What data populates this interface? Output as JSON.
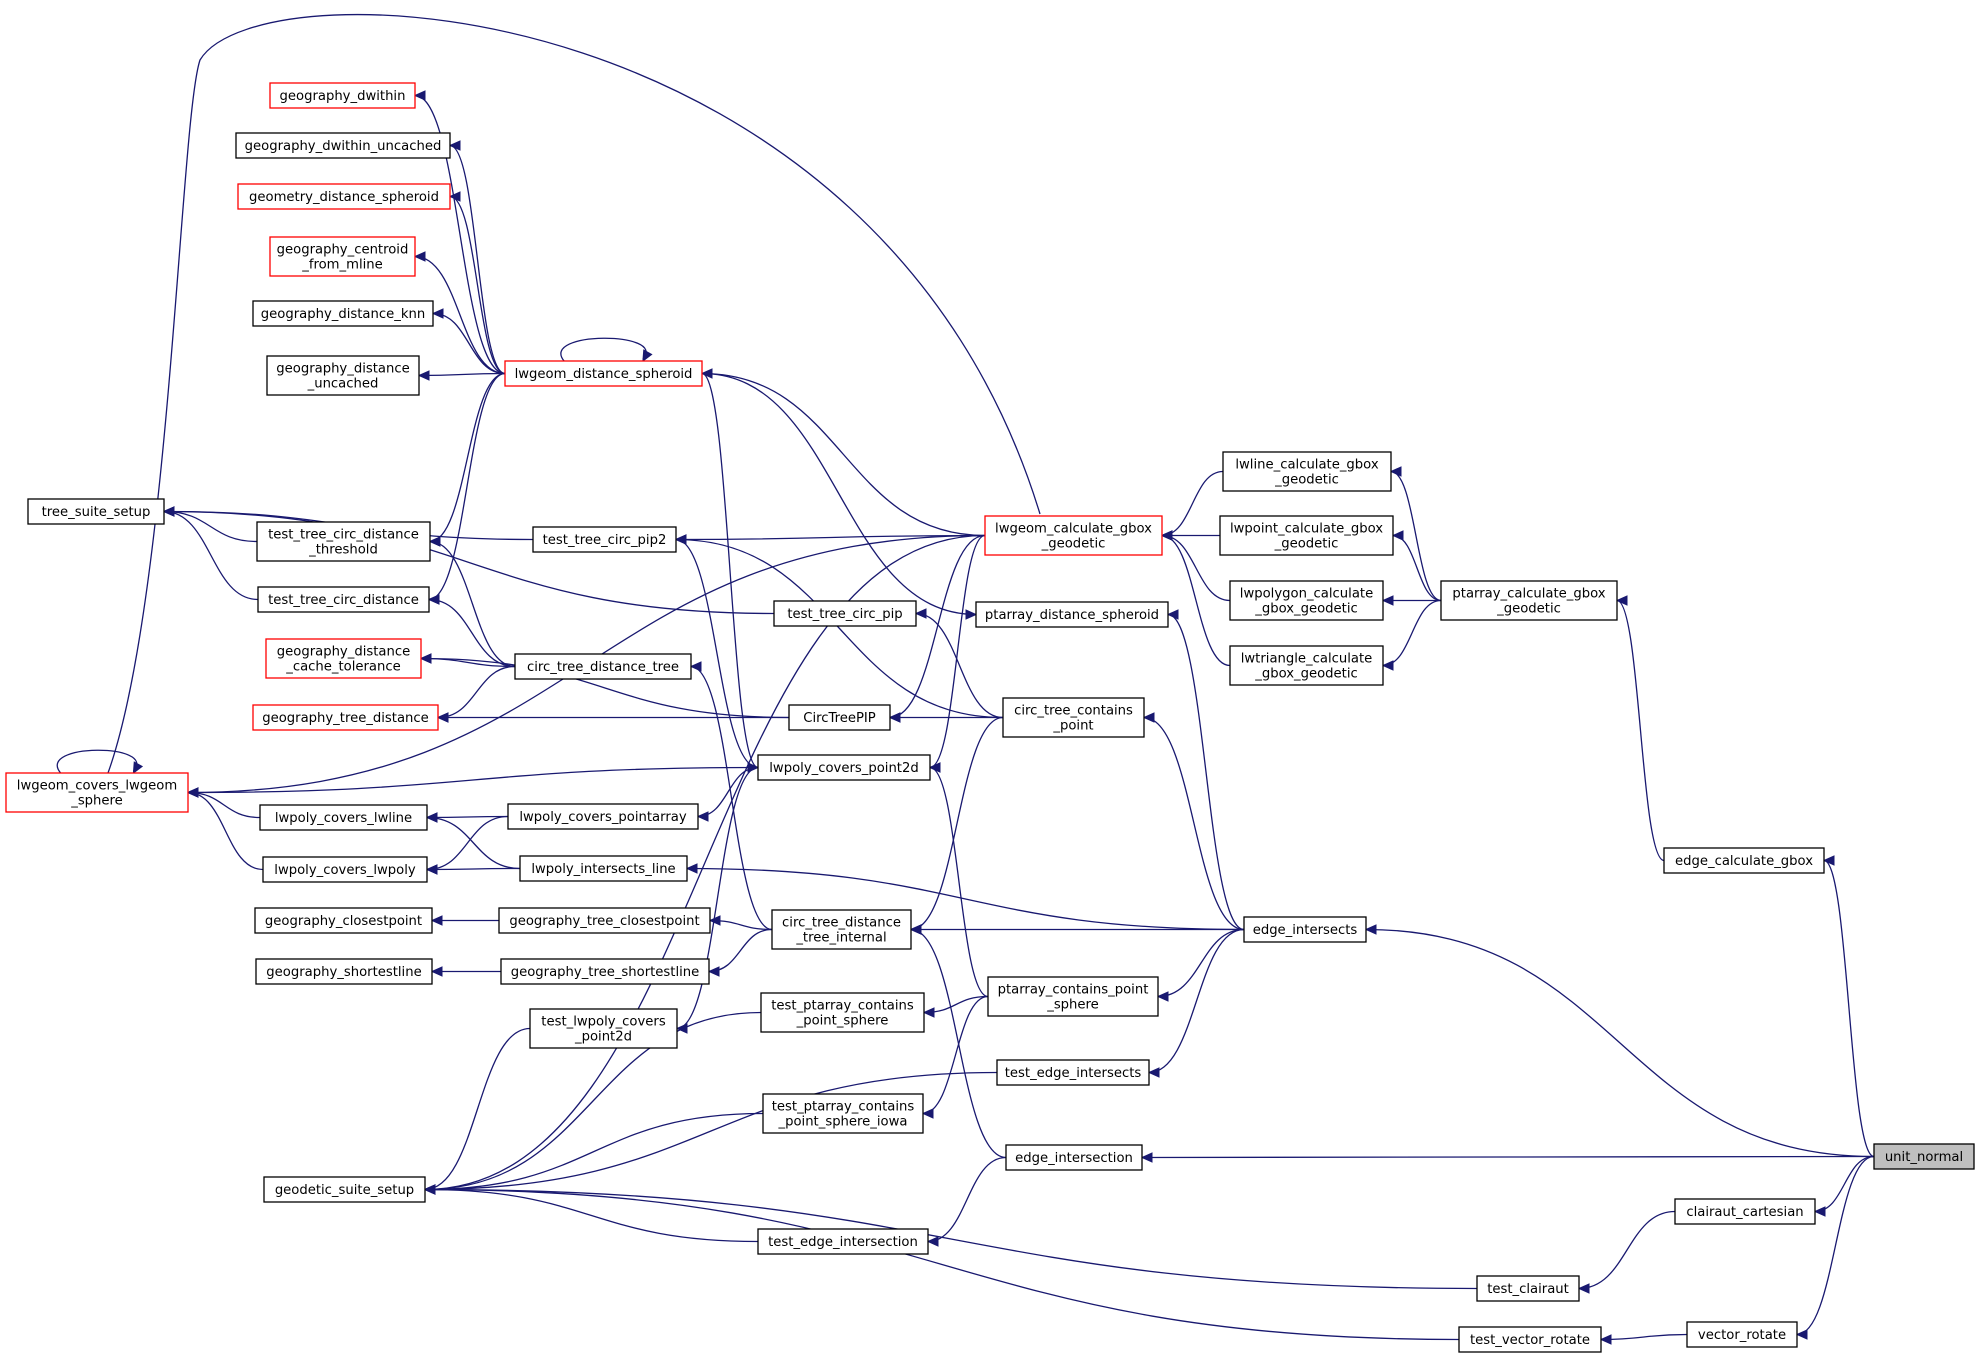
{
  "graph": {
    "direction": "right-to-left caller graph",
    "colors": {
      "edge": "#191970",
      "node_border": "#000000",
      "truncated_border": "#ff0000",
      "root_fill": "#bfbfbf"
    },
    "nodes": [
      {
        "id": "unit_normal",
        "lines": [
          "unit_normal"
        ],
        "style": "root"
      },
      {
        "id": "edge_intersects",
        "lines": [
          "edge_intersects"
        ],
        "style": "normal"
      },
      {
        "id": "edge_intersection",
        "lines": [
          "edge_intersection"
        ],
        "style": "normal"
      },
      {
        "id": "clairaut_cartesian",
        "lines": [
          "clairaut_cartesian"
        ],
        "style": "normal"
      },
      {
        "id": "vector_rotate",
        "lines": [
          "vector_rotate"
        ],
        "style": "normal"
      },
      {
        "id": "edge_calculate_gbox",
        "lines": [
          "edge_calculate_gbox"
        ],
        "style": "normal"
      },
      {
        "id": "ptarray_calculate_gbox_geodetic",
        "lines": [
          "ptarray_calculate_gbox",
          "_geodetic"
        ],
        "style": "normal"
      },
      {
        "id": "lwline_calculate_gbox_geodetic",
        "lines": [
          "lwline_calculate_gbox",
          "_geodetic"
        ],
        "style": "normal"
      },
      {
        "id": "lwpoint_calculate_gbox_geodetic",
        "lines": [
          "lwpoint_calculate_gbox",
          "_geodetic"
        ],
        "style": "normal"
      },
      {
        "id": "lwpolygon_calculate_gbox_geodetic",
        "lines": [
          "lwpolygon_calculate",
          "_gbox_geodetic"
        ],
        "style": "normal"
      },
      {
        "id": "lwtriangle_calculate_gbox_geodetic",
        "lines": [
          "lwtriangle_calculate",
          "_gbox_geodetic"
        ],
        "style": "normal"
      },
      {
        "id": "lwgeom_calculate_gbox_geodetic",
        "lines": [
          "lwgeom_calculate_gbox",
          "_geodetic"
        ],
        "style": "red"
      },
      {
        "id": "lwgeom_distance_spheroid",
        "lines": [
          "lwgeom_distance_spheroid"
        ],
        "style": "red"
      },
      {
        "id": "geography_dwithin",
        "lines": [
          "geography_dwithin"
        ],
        "style": "red"
      },
      {
        "id": "geography_dwithin_uncached",
        "lines": [
          "geography_dwithin_uncached"
        ],
        "style": "normal"
      },
      {
        "id": "geometry_distance_spheroid",
        "lines": [
          "geometry_distance_spheroid"
        ],
        "style": "red"
      },
      {
        "id": "geography_centroid_from_mline",
        "lines": [
          "geography_centroid",
          "_from_mline"
        ],
        "style": "red"
      },
      {
        "id": "geography_distance_knn",
        "lines": [
          "geography_distance_knn"
        ],
        "style": "normal"
      },
      {
        "id": "geography_distance_uncached",
        "lines": [
          "geography_distance",
          "_uncached"
        ],
        "style": "normal"
      },
      {
        "id": "tree_suite_setup",
        "lines": [
          "tree_suite_setup"
        ],
        "style": "normal"
      },
      {
        "id": "test_tree_circ_distance_threshold",
        "lines": [
          "test_tree_circ_distance",
          "_threshold"
        ],
        "style": "normal"
      },
      {
        "id": "test_tree_circ_distance",
        "lines": [
          "test_tree_circ_distance"
        ],
        "style": "normal"
      },
      {
        "id": "test_tree_circ_pip2",
        "lines": [
          "test_tree_circ_pip2"
        ],
        "style": "normal"
      },
      {
        "id": "test_tree_circ_pip",
        "lines": [
          "test_tree_circ_pip"
        ],
        "style": "normal"
      },
      {
        "id": "ptarray_distance_spheroid",
        "lines": [
          "ptarray_distance_spheroid"
        ],
        "style": "normal"
      },
      {
        "id": "geography_distance_cache_tolerance",
        "lines": [
          "geography_distance",
          "_cache_tolerance"
        ],
        "style": "red"
      },
      {
        "id": "circ_tree_distance_tree",
        "lines": [
          "circ_tree_distance_tree"
        ],
        "style": "normal"
      },
      {
        "id": "geography_tree_distance",
        "lines": [
          "geography_tree_distance"
        ],
        "style": "red"
      },
      {
        "id": "CircTreePIP",
        "lines": [
          "CircTreePIP"
        ],
        "style": "normal"
      },
      {
        "id": "circ_tree_contains_point",
        "lines": [
          "circ_tree_contains",
          "_point"
        ],
        "style": "normal"
      },
      {
        "id": "lwgeom_covers_lwgeom_sphere",
        "lines": [
          "lwgeom_covers_lwgeom",
          "_sphere"
        ],
        "style": "red"
      },
      {
        "id": "lwpoly_covers_point2d",
        "lines": [
          "lwpoly_covers_point2d"
        ],
        "style": "normal"
      },
      {
        "id": "lwpoly_covers_lwline",
        "lines": [
          "lwpoly_covers_lwline"
        ],
        "style": "normal"
      },
      {
        "id": "lwpoly_covers_pointarray",
        "lines": [
          "lwpoly_covers_pointarray"
        ],
        "style": "normal"
      },
      {
        "id": "lwpoly_covers_lwpoly",
        "lines": [
          "lwpoly_covers_lwpoly"
        ],
        "style": "normal"
      },
      {
        "id": "lwpoly_intersects_line",
        "lines": [
          "lwpoly_intersects_line"
        ],
        "style": "normal"
      },
      {
        "id": "geography_closestpoint",
        "lines": [
          "geography_closestpoint"
        ],
        "style": "normal"
      },
      {
        "id": "geography_tree_closestpoint",
        "lines": [
          "geography_tree_closestpoint"
        ],
        "style": "normal"
      },
      {
        "id": "circ_tree_distance_tree_internal",
        "lines": [
          "circ_tree_distance",
          "_tree_internal"
        ],
        "style": "normal"
      },
      {
        "id": "geography_shortestline",
        "lines": [
          "geography_shortestline"
        ],
        "style": "normal"
      },
      {
        "id": "geography_tree_shortestline",
        "lines": [
          "geography_tree_shortestline"
        ],
        "style": "normal"
      },
      {
        "id": "test_lwpoly_covers_point2d",
        "lines": [
          "test_lwpoly_covers",
          "_point2d"
        ],
        "style": "normal"
      },
      {
        "id": "test_ptarray_contains_point_sphere",
        "lines": [
          "test_ptarray_contains",
          "_point_sphere"
        ],
        "style": "normal"
      },
      {
        "id": "ptarray_contains_point_sphere",
        "lines": [
          "ptarray_contains_point",
          "_sphere"
        ],
        "style": "normal"
      },
      {
        "id": "test_edge_intersects",
        "lines": [
          "test_edge_intersects"
        ],
        "style": "normal"
      },
      {
        "id": "test_ptarray_contains_point_sphere_iowa",
        "lines": [
          "test_ptarray_contains",
          "_point_sphere_iowa"
        ],
        "style": "normal"
      },
      {
        "id": "geodetic_suite_setup",
        "lines": [
          "geodetic_suite_setup"
        ],
        "style": "normal"
      },
      {
        "id": "test_edge_intersection",
        "lines": [
          "test_edge_intersection"
        ],
        "style": "normal"
      },
      {
        "id": "test_clairaut",
        "lines": [
          "test_clairaut"
        ],
        "style": "normal"
      },
      {
        "id": "test_vector_rotate",
        "lines": [
          "test_vector_rotate"
        ],
        "style": "normal"
      }
    ],
    "edges": [
      [
        "edge_intersects",
        "unit_normal"
      ],
      [
        "edge_intersection",
        "unit_normal"
      ],
      [
        "clairaut_cartesian",
        "unit_normal"
      ],
      [
        "vector_rotate",
        "unit_normal"
      ],
      [
        "edge_calculate_gbox",
        "unit_normal"
      ],
      [
        "ptarray_calculate_gbox_geodetic",
        "edge_calculate_gbox"
      ],
      [
        "lwline_calculate_gbox_geodetic",
        "ptarray_calculate_gbox_geodetic"
      ],
      [
        "lwpoint_calculate_gbox_geodetic",
        "ptarray_calculate_gbox_geodetic"
      ],
      [
        "lwpolygon_calculate_gbox_geodetic",
        "ptarray_calculate_gbox_geodetic"
      ],
      [
        "lwtriangle_calculate_gbox_geodetic",
        "ptarray_calculate_gbox_geodetic"
      ],
      [
        "lwgeom_calculate_gbox_geodetic",
        "lwline_calculate_gbox_geodetic"
      ],
      [
        "lwgeom_calculate_gbox_geodetic",
        "lwpoint_calculate_gbox_geodetic"
      ],
      [
        "lwgeom_calculate_gbox_geodetic",
        "lwpolygon_calculate_gbox_geodetic"
      ],
      [
        "lwgeom_calculate_gbox_geodetic",
        "lwtriangle_calculate_gbox_geodetic"
      ],
      [
        "lwgeom_distance_spheroid",
        "lwgeom_calculate_gbox_geodetic"
      ],
      [
        "lwgeom_distance_spheroid",
        "lwgeom_distance_spheroid"
      ],
      [
        "geography_dwithin",
        "lwgeom_distance_spheroid"
      ],
      [
        "geography_dwithin_uncached",
        "lwgeom_distance_spheroid"
      ],
      [
        "geometry_distance_spheroid",
        "lwgeom_distance_spheroid"
      ],
      [
        "geography_centroid_from_mline",
        "lwgeom_distance_spheroid"
      ],
      [
        "geography_distance_knn",
        "lwgeom_distance_spheroid"
      ],
      [
        "geography_distance_uncached",
        "lwgeom_distance_spheroid"
      ],
      [
        "test_tree_circ_distance_threshold",
        "lwgeom_distance_spheroid"
      ],
      [
        "test_tree_circ_distance",
        "lwgeom_distance_spheroid"
      ],
      [
        "lwgeom_covers_lwgeom_sphere",
        "lwgeom_calculate_gbox_geodetic"
      ],
      [
        "test_tree_circ_pip2",
        "lwgeom_calculate_gbox_geodetic"
      ],
      [
        "CircTreePIP",
        "lwgeom_calculate_gbox_geodetic"
      ],
      [
        "lwpoly_covers_point2d",
        "lwgeom_calculate_gbox_geodetic"
      ],
      [
        "ptarray_distance_spheroid",
        "lwgeom_distance_spheroid"
      ],
      [
        "lwpoly_covers_point2d",
        "lwgeom_distance_spheroid"
      ],
      [
        "tree_suite_setup",
        "test_tree_circ_distance_threshold"
      ],
      [
        "tree_suite_setup",
        "test_tree_circ_distance"
      ],
      [
        "tree_suite_setup",
        "test_tree_circ_pip2"
      ],
      [
        "tree_suite_setup",
        "test_tree_circ_pip"
      ],
      [
        "test_tree_circ_distance_threshold",
        "circ_tree_distance_tree"
      ],
      [
        "test_tree_circ_distance",
        "circ_tree_distance_tree"
      ],
      [
        "geography_distance_cache_tolerance",
        "circ_tree_distance_tree"
      ],
      [
        "geography_tree_distance",
        "circ_tree_distance_tree"
      ],
      [
        "geography_distance_cache_tolerance",
        "CircTreePIP"
      ],
      [
        "geography_tree_distance",
        "CircTreePIP"
      ],
      [
        "test_tree_circ_pip2",
        "circ_tree_contains_point"
      ],
      [
        "test_tree_circ_pip",
        "circ_tree_contains_point"
      ],
      [
        "CircTreePIP",
        "circ_tree_contains_point"
      ],
      [
        "test_tree_circ_pip2",
        "lwpoly_covers_point2d"
      ],
      [
        "lwgeom_covers_lwgeom_sphere",
        "lwpoly_covers_point2d"
      ],
      [
        "lwgeom_covers_lwgeom_sphere",
        "lwgeom_covers_lwgeom_sphere"
      ],
      [
        "lwgeom_covers_lwgeom_sphere",
        "lwpoly_covers_lwline"
      ],
      [
        "lwgeom_covers_lwgeom_sphere",
        "lwpoly_covers_lwpoly"
      ],
      [
        "lwpoly_covers_lwline",
        "lwpoly_covers_pointarray"
      ],
      [
        "lwpoly_covers_lwline",
        "lwpoly_intersects_line"
      ],
      [
        "lwpoly_covers_lwpoly",
        "lwpoly_covers_pointarray"
      ],
      [
        "lwpoly_covers_lwpoly",
        "lwpoly_intersects_line"
      ],
      [
        "lwpoly_covers_pointarray",
        "lwpoly_covers_point2d"
      ],
      [
        "lwpoly_intersects_line",
        "edge_intersects"
      ],
      [
        "circ_tree_distance_tree",
        "circ_tree_distance_tree_internal"
      ],
      [
        "geography_closestpoint",
        "geography_tree_closestpoint"
      ],
      [
        "geography_tree_closestpoint",
        "circ_tree_distance_tree_internal"
      ],
      [
        "geography_shortestline",
        "geography_tree_shortestline"
      ],
      [
        "geography_tree_shortestline",
        "circ_tree_distance_tree_internal"
      ],
      [
        "circ_tree_distance_tree_internal",
        "circ_tree_contains_point"
      ],
      [
        "circ_tree_distance_tree_internal",
        "edge_intersects"
      ],
      [
        "circ_tree_distance_tree_internal",
        "edge_intersection"
      ],
      [
        "circ_tree_contains_point",
        "edge_intersects"
      ],
      [
        "ptarray_distance_spheroid",
        "edge_intersects"
      ],
      [
        "ptarray_contains_point_sphere",
        "edge_intersects"
      ],
      [
        "test_edge_intersects",
        "edge_intersects"
      ],
      [
        "lwpoly_covers_point2d",
        "ptarray_contains_point_sphere"
      ],
      [
        "test_ptarray_contains_point_sphere",
        "ptarray_contains_point_sphere"
      ],
      [
        "test_ptarray_contains_point_sphere_iowa",
        "ptarray_contains_point_sphere"
      ],
      [
        "test_lwpoly_covers_point2d",
        "lwpoly_covers_point2d"
      ],
      [
        "geodetic_suite_setup",
        "test_lwpoly_covers_point2d"
      ],
      [
        "geodetic_suite_setup",
        "test_ptarray_contains_point_sphere"
      ],
      [
        "geodetic_suite_setup",
        "test_ptarray_contains_point_sphere_iowa"
      ],
      [
        "geodetic_suite_setup",
        "test_edge_intersects"
      ],
      [
        "geodetic_suite_setup",
        "test_edge_intersection"
      ],
      [
        "geodetic_suite_setup",
        "test_clairaut"
      ],
      [
        "geodetic_suite_setup",
        "test_vector_rotate"
      ],
      [
        "test_edge_intersection",
        "edge_intersection"
      ],
      [
        "test_clairaut",
        "clairaut_cartesian"
      ],
      [
        "test_vector_rotate",
        "vector_rotate"
      ],
      [
        "geodetic_suite_setup",
        "lwgeom_calculate_gbox_geodetic"
      ]
    ]
  }
}
